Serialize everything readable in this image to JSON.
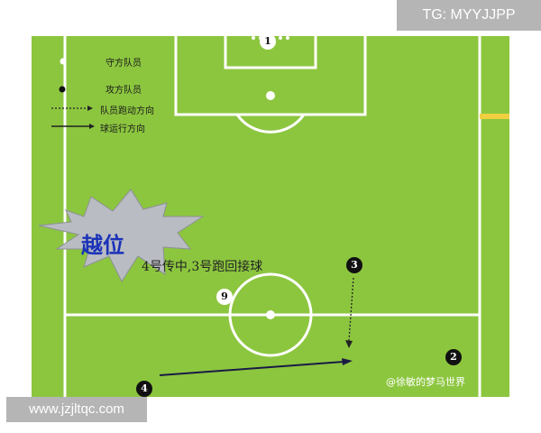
{
  "watermarks": {
    "top_right": "TG: MYYJJPP",
    "bottom_left": "www.jzjltqc.com"
  },
  "legend": [
    {
      "symbol": "white-dot",
      "text": "守方队员"
    },
    {
      "symbol": "black-dot",
      "text": "攻方队员"
    },
    {
      "symbol": "dotted-arrow",
      "text": "队员跑动方向"
    },
    {
      "symbol": "solid-arrow",
      "text": "球运行方向"
    }
  ],
  "burst_label": "越位",
  "description": "4号传中,3号跑回接球",
  "credit": "@徐敏的梦马世界",
  "players": {
    "defender_1": "1",
    "defender_9": "9",
    "attacker_3": "3",
    "attacker_2": "2",
    "attacker_4": "4"
  },
  "colors": {
    "pitch": "#8cc63f",
    "line": "#ffffff",
    "burst": "#b9bcc2",
    "offside_text": "#1a32b8"
  }
}
